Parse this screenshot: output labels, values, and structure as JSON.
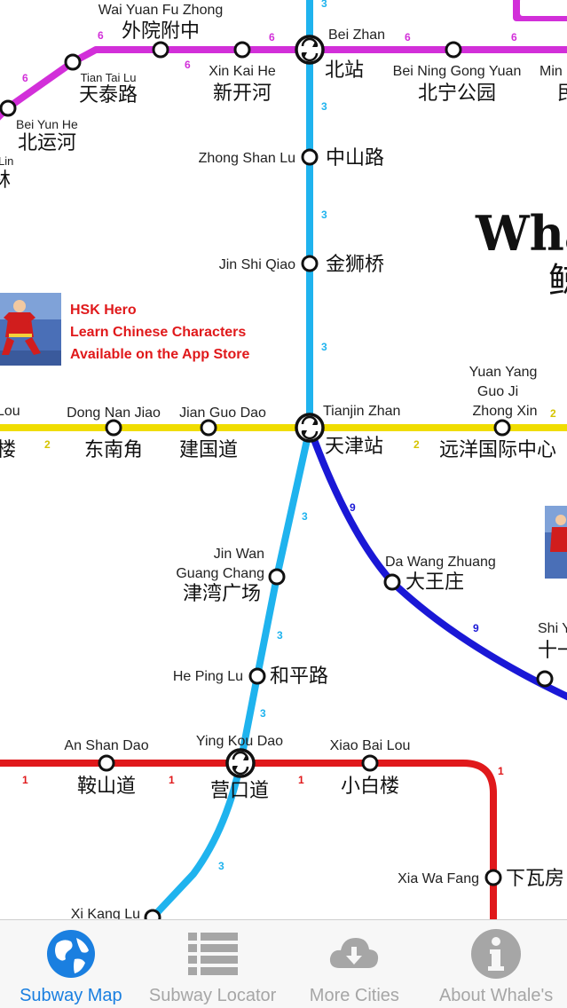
{
  "map": {
    "lines": [
      {
        "id": "line-1",
        "number": "1",
        "color": "#e0191b"
      },
      {
        "id": "line-2",
        "number": "2",
        "color": "#f0dd00"
      },
      {
        "id": "line-3",
        "number": "3",
        "color": "#1fb3ee"
      },
      {
        "id": "line-6",
        "number": "6",
        "color": "#d22fd9"
      },
      {
        "id": "line-9",
        "number": "9",
        "color": "#1a18d6"
      }
    ],
    "stations": {
      "wai_yuan_fu_zhong": {
        "en": "Wai Yuan Fu Zhong",
        "cn": "外院附中"
      },
      "bei_zhan": {
        "en": "Bei Zhan",
        "cn": "北站"
      },
      "tian_tai_lu": {
        "en": "Tian Tai Lu",
        "cn": "天泰路"
      },
      "xin_kai_he": {
        "en": "Xin Kai He",
        "cn": "新开河"
      },
      "bei_ning_gong_yuan": {
        "en": "Bei Ning Gong Yuan",
        "cn": "北宁公园"
      },
      "min_partial": {
        "en": "Min",
        "cn": "民"
      },
      "bei_yun_he": {
        "en": "Bei Yun He",
        "cn": "北运河"
      },
      "lin_partial": {
        "en": "Lin",
        "cn": "林"
      },
      "zhong_shan_lu": {
        "en": "Zhong Shan Lu",
        "cn": "中山路"
      },
      "jin_shi_qiao": {
        "en": "Jin Shi Qiao",
        "cn": "金狮桥"
      },
      "lou_partial": {
        "en": "Lou",
        "cn": "楼"
      },
      "dong_nan_jiao": {
        "en": "Dong Nan Jiao",
        "cn": "东南角"
      },
      "jian_guo_dao": {
        "en": "Jian Guo Dao",
        "cn": "建国道"
      },
      "tianjin_zhan": {
        "en": "Tianjin Zhan",
        "cn": "天津站"
      },
      "yuan_yang_guo_ji_zhong_xin": {
        "en1": "Yuan Yang",
        "en2": "Guo Ji",
        "en3": "Zhong Xin",
        "cn": "远洋国际中心"
      },
      "jin_wan_guang_chang": {
        "en1": "Jin Wan",
        "en2": "Guang Chang",
        "cn": "津湾广场"
      },
      "da_wang_zhuang": {
        "en": "Da Wang Zhuang",
        "cn": "大王庄"
      },
      "shi_partial": {
        "en": "Shi Y",
        "cn": "十一"
      },
      "he_ping_lu": {
        "en": "He Ping Lu",
        "cn": "和平路"
      },
      "an_shan_dao": {
        "en": "An Shan Dao",
        "cn": "鞍山道"
      },
      "ying_kou_dao": {
        "en": "Ying Kou Dao",
        "cn": "营口道"
      },
      "xiao_bai_lou": {
        "en": "Xiao Bai Lou",
        "cn": "小白楼"
      },
      "xia_wa_fang": {
        "en": "Xia Wa Fang",
        "cn": "下瓦房"
      },
      "xi_kang_lu": {
        "en": "Xi Kang Lu",
        "cn": ""
      }
    },
    "ad": {
      "line1": "HSK Hero",
      "line2": "Learn Chinese Characters",
      "line3": "Available on the App Store"
    },
    "watermark": {
      "en": "Whal",
      "cn": "鲸"
    }
  },
  "tabbar": {
    "tabs": [
      {
        "label": "Subway Map",
        "icon": "globe-icon",
        "active": true
      },
      {
        "label": "Subway Locator",
        "icon": "list-icon",
        "active": false
      },
      {
        "label": "More Cities",
        "icon": "cloud-download-icon",
        "active": false
      },
      {
        "label": "About Whale's",
        "icon": "info-icon",
        "active": false
      }
    ],
    "active_color": "#1a7fe0",
    "inactive_color": "#a6a6a6"
  }
}
